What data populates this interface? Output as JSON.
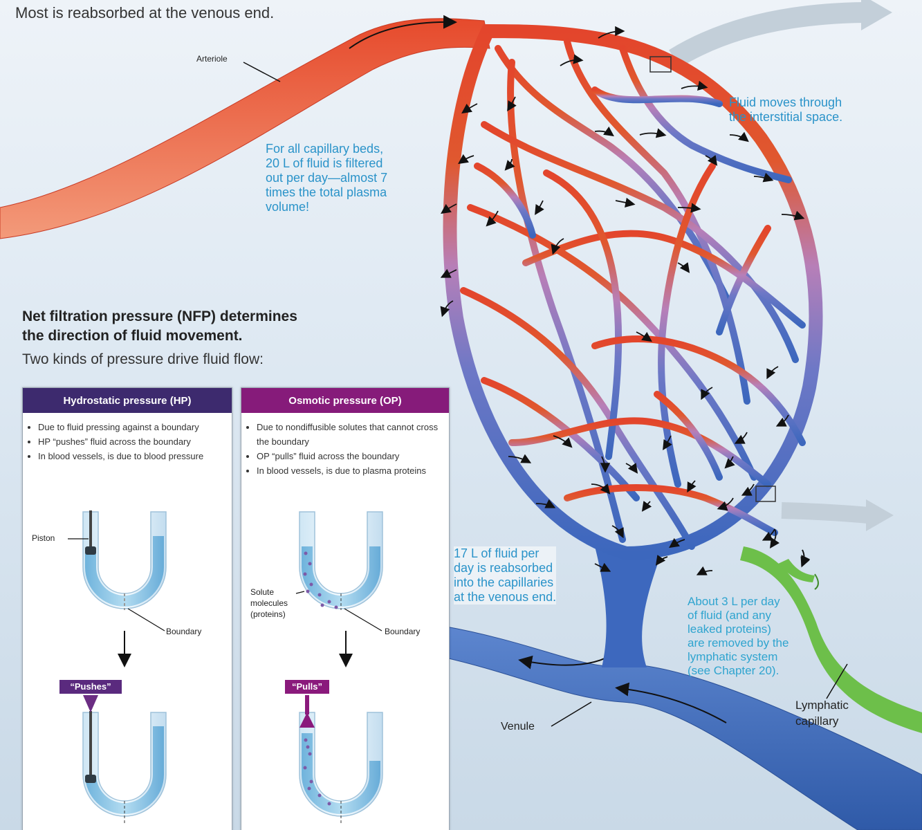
{
  "header": {
    "line2": "Most is reabsorbed at the venous end."
  },
  "labels": {
    "arteriole": "Arteriole",
    "venule": "Venule",
    "lymphatic": "Lymphatic\ncapillary"
  },
  "notes": {
    "filtered": "For all capillary beds,\n20 L of fluid is filtered\nout per day—almost 7\ntimes the total plasma\nvolume!",
    "interstitial": "Fluid moves through\nthe interstitial space.",
    "reabsorbed": "17 L of fluid per\nday is reabsorbed\ninto the capillaries\nat the venous end.",
    "lymph": "About 3 L per day\nof fluid (and any\nleaked proteins)\nare removed by the\nlymphatic system\n(see Chapter 20)."
  },
  "nfp": {
    "title": "Net filtration pressure (NFP) determines\nthe direction of fluid movement.",
    "subtitle": "Two kinds of pressure drive fluid flow:"
  },
  "hp_panel": {
    "title": "Hydrostatic pressure (HP)",
    "bullets": [
      "Due to fluid pressing against a boundary",
      "HP “pushes” fluid across the boundary",
      "In blood vessels, is due to blood pressure"
    ],
    "piston_label": "Piston",
    "boundary_label": "Boundary",
    "action_tag": "“Pushes”"
  },
  "op_panel": {
    "title": "Osmotic pressure (OP)",
    "bullets": [
      "Due to nondiffusible solutes that cannot cross the boundary",
      "OP “pulls” fluid across the boundary",
      "In blood vessels, is due to plasma proteins"
    ],
    "solute_label": "Solute\nmolecules\n(proteins)",
    "boundary_label": "Boundary",
    "action_tag": "“Pulls”"
  },
  "colors": {
    "arterial": "#e0432c",
    "venous": "#3f6fc0",
    "lymph": "#6dbf4a",
    "hp_header": "#3d2a6e",
    "op_header": "#861b7a",
    "note_text": "#2a93c9"
  }
}
